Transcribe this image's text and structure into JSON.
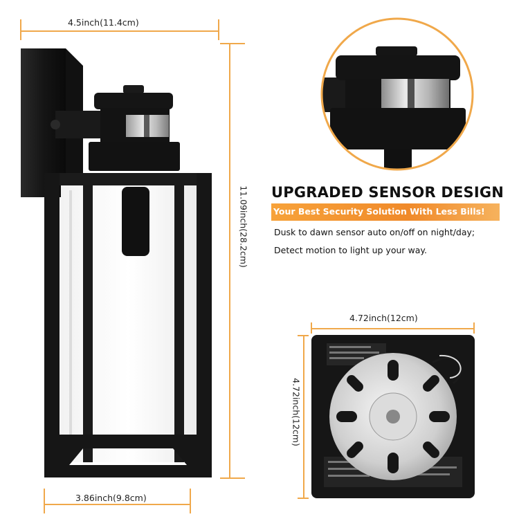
{
  "dimensions": {
    "lamp_width": "4.5inch(11.4cm)",
    "lamp_height": "11.09inch(28.2cm)",
    "lamp_base_width": "3.86inch(9.8cm)",
    "plate_width": "4.72inch(12cm)",
    "plate_height": "4.72inch(12cm)"
  },
  "feature": {
    "headline": "UPGRADED SENSOR DESIGN",
    "tagline": "Your Best Security Solution With Less Bills!",
    "line1": "Dusk to dawn sensor auto on/off on night/day;",
    "line2": "Detect motion to light up your way."
  },
  "colors": {
    "accent": "#f0a84a",
    "banner": "#f08a2a",
    "fixture": "#151515"
  }
}
